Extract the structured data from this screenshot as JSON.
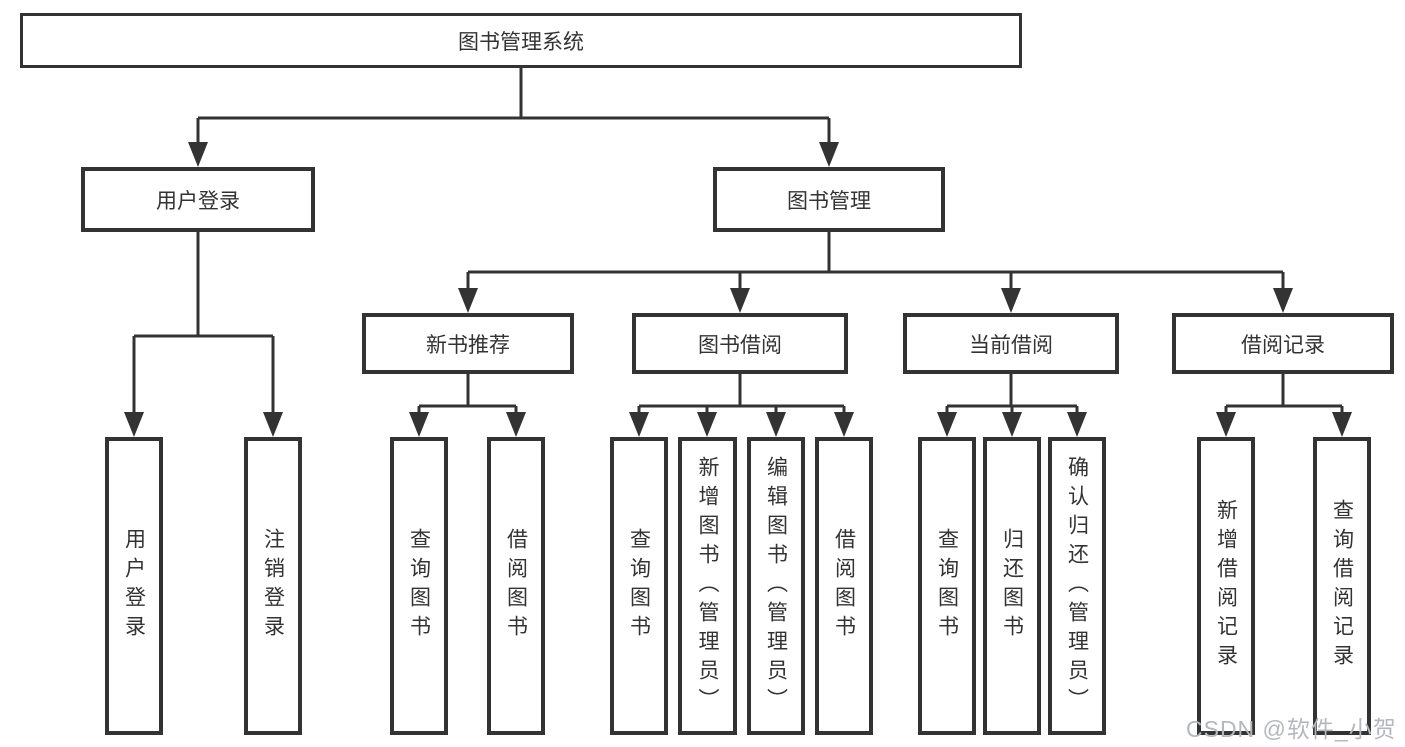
{
  "tree": {
    "label": "图书管理系统",
    "children": [
      {
        "label": "用户登录",
        "children": [
          {
            "label": "用户登录"
          },
          {
            "label": "注销登录"
          }
        ]
      },
      {
        "label": "图书管理",
        "children": [
          {
            "label": "新书推荐",
            "children": [
              {
                "label": "查询图书"
              },
              {
                "label": "借阅图书"
              }
            ]
          },
          {
            "label": "图书借阅",
            "children": [
              {
                "label": "查询图书"
              },
              {
                "label": "新增图书（管理员）"
              },
              {
                "label": "编辑图书（管理员）"
              },
              {
                "label": "借阅图书"
              }
            ]
          },
          {
            "label": "当前借阅",
            "children": [
              {
                "label": "查询图书"
              },
              {
                "label": "归还图书"
              },
              {
                "label": "确认归还（管理员）"
              }
            ]
          },
          {
            "label": "借阅记录",
            "children": [
              {
                "label": "新增借阅记录"
              },
              {
                "label": "查询借阅记录"
              }
            ]
          }
        ]
      }
    ]
  },
  "watermark": {
    "text": "CSDN @软件_小贺同学"
  },
  "colors": {
    "line": "#333333",
    "text": "#333333",
    "background": "#ffffff",
    "watermark": "#b4b8be"
  }
}
